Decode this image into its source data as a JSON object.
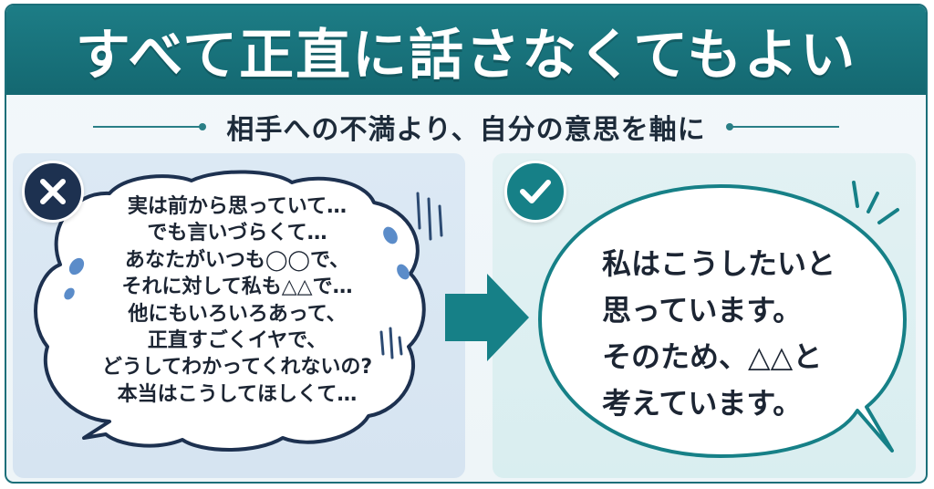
{
  "title": "すべて正直に話さなくてもよい",
  "subtitle": "相手への不満より、自分の意思を軸に",
  "ng_example": {
    "badge_icon": "cross-icon",
    "badge_color": "#1d3150",
    "lines": [
      "実は前から思っていて…",
      "でも言いづらくて…",
      "あなたがいつも◯◯で、",
      "それに対して私も△△で…",
      "他にもいろいろあって、",
      "正直すごくイヤで、",
      "どうしてわかってくれないの?",
      "本当はこうしてほしくて…"
    ]
  },
  "ok_example": {
    "badge_icon": "check-icon",
    "badge_color": "#168087",
    "lines": [
      "私はこうしたいと",
      "思っています。",
      "そのため、△△と",
      "考えています。"
    ]
  },
  "arrow_icon": "arrow-right-icon",
  "colors": {
    "accent": "#168087",
    "header": "#1b7480",
    "dark": "#1d3150"
  }
}
